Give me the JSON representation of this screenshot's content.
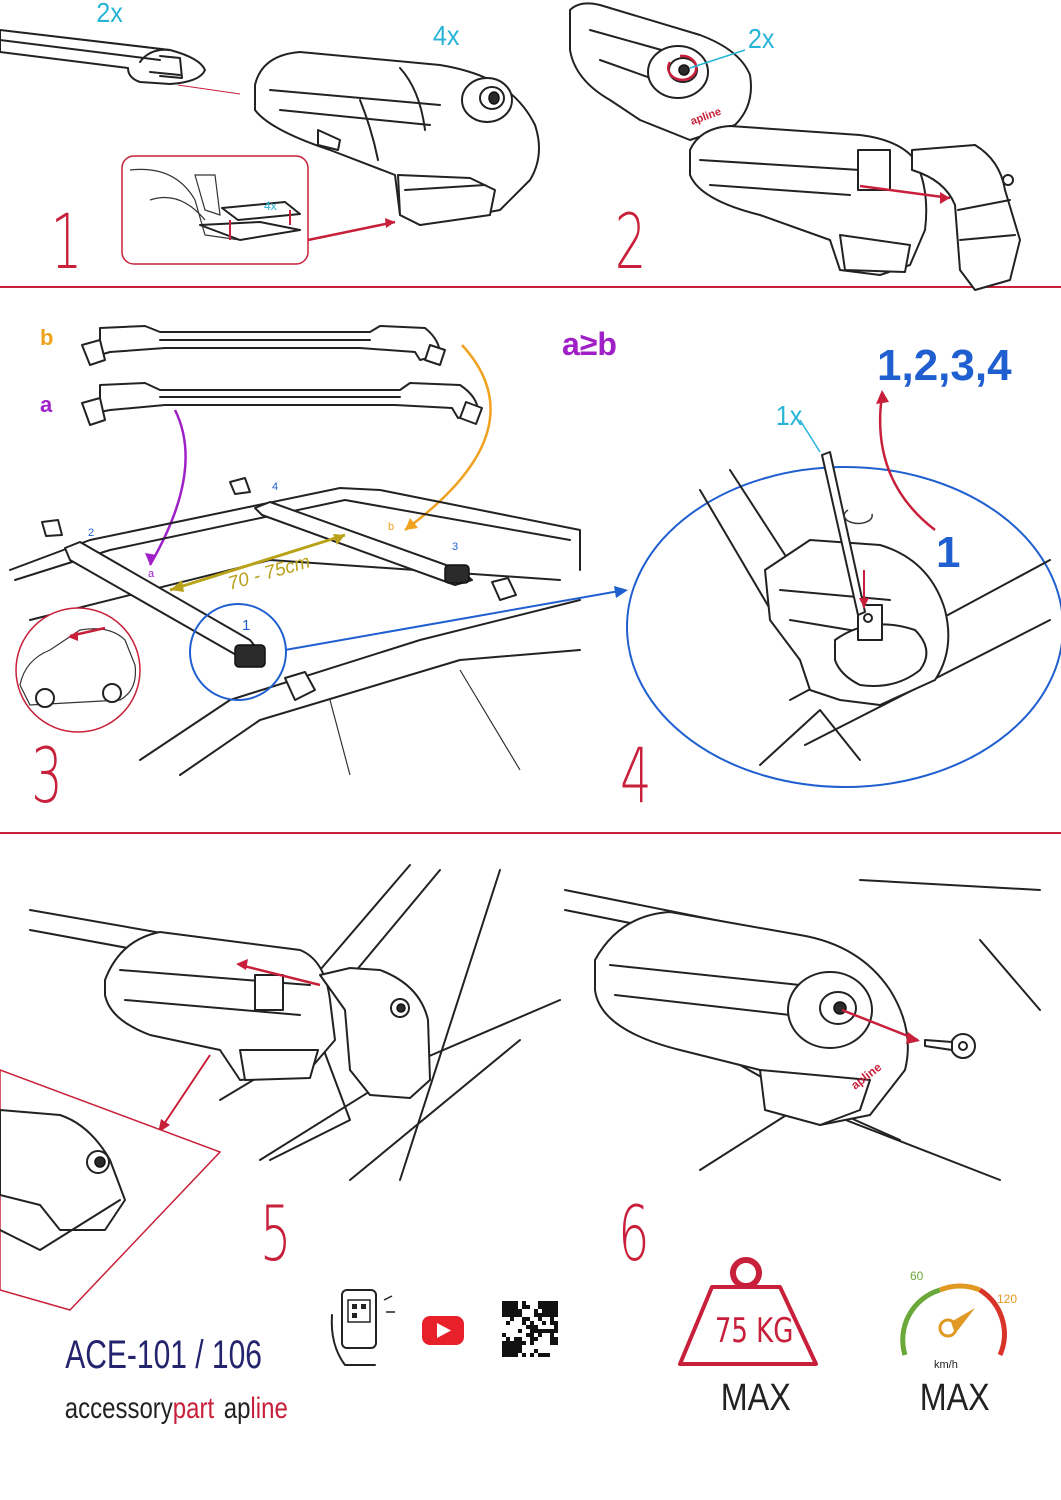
{
  "step_numbers": [
    "1",
    "2",
    "3",
    "4",
    "5",
    "6"
  ],
  "step1": {
    "qty_bar": "2x",
    "qty_foot": "4x",
    "qty_pads": "4x"
  },
  "step2": {
    "qty": "2x",
    "brand_on_part": "apline"
  },
  "step3": {
    "bar_b_label": "b",
    "bar_a_label": "a",
    "rule": "a≥b",
    "distance": "70 - 75cm",
    "foot_labels": [
      "1",
      "2",
      "3",
      "4"
    ],
    "bar_mark_a": "a",
    "bar_mark_b": "b"
  },
  "step4": {
    "sequence": "1,2,3,4",
    "qty": "1x",
    "callout_number": "1"
  },
  "footer": {
    "model": "ACE-101 / 106",
    "brand_prefix": "accessory",
    "brand_part": "part",
    "brand_ap": "ap",
    "brand_line": "line",
    "weight_value": "75 KG",
    "weight_max": "MAX",
    "speed_low": "60",
    "speed_high": "120",
    "speed_unit": "km/h",
    "speed_max": "MAX"
  },
  "colors": {
    "step_red": "#c8203a",
    "qty_cyan": "#27b4d6",
    "bar_b_orange": "#f0a21f",
    "bar_a_purple": "#a020c8",
    "distance_olive": "#b9a21a",
    "callout_blue": "#1f5fd0",
    "sequence_gray": "#8a8a8a",
    "model_navy": "#24246e"
  },
  "icons": [
    "phone-qr-icon",
    "youtube-icon",
    "qr-code-icon",
    "weight-icon",
    "speedometer-icon"
  ]
}
